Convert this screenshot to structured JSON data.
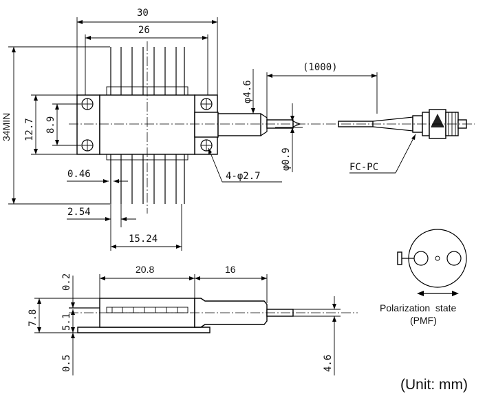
{
  "dimensions": {
    "width_30": "30",
    "width_26": "26",
    "length_34min": "34MIN",
    "height_12_7": "12.7",
    "height_8_9": "8.9",
    "diameter_4_6": "φ4.6",
    "fiber_1000": "(1000)",
    "diameter_0_9": "φ0.9",
    "hole_4_2_7": "4-φ2.7",
    "pin_0_46": "0.46",
    "pitch_2_54": "2.54",
    "span_15_24": "15.24",
    "side_20_8": "20.8",
    "side_16": "16",
    "side_0_2": "0.2",
    "side_7_8": "7.8",
    "side_5_1": "5.1",
    "side_0_5": "0.5",
    "side_4_6": "4.6"
  },
  "labels": {
    "connector": "FC-PC",
    "polarization_line1": "Polarization  state",
    "polarization_line2": "(PMF)",
    "unit": "(Unit: mm)"
  }
}
